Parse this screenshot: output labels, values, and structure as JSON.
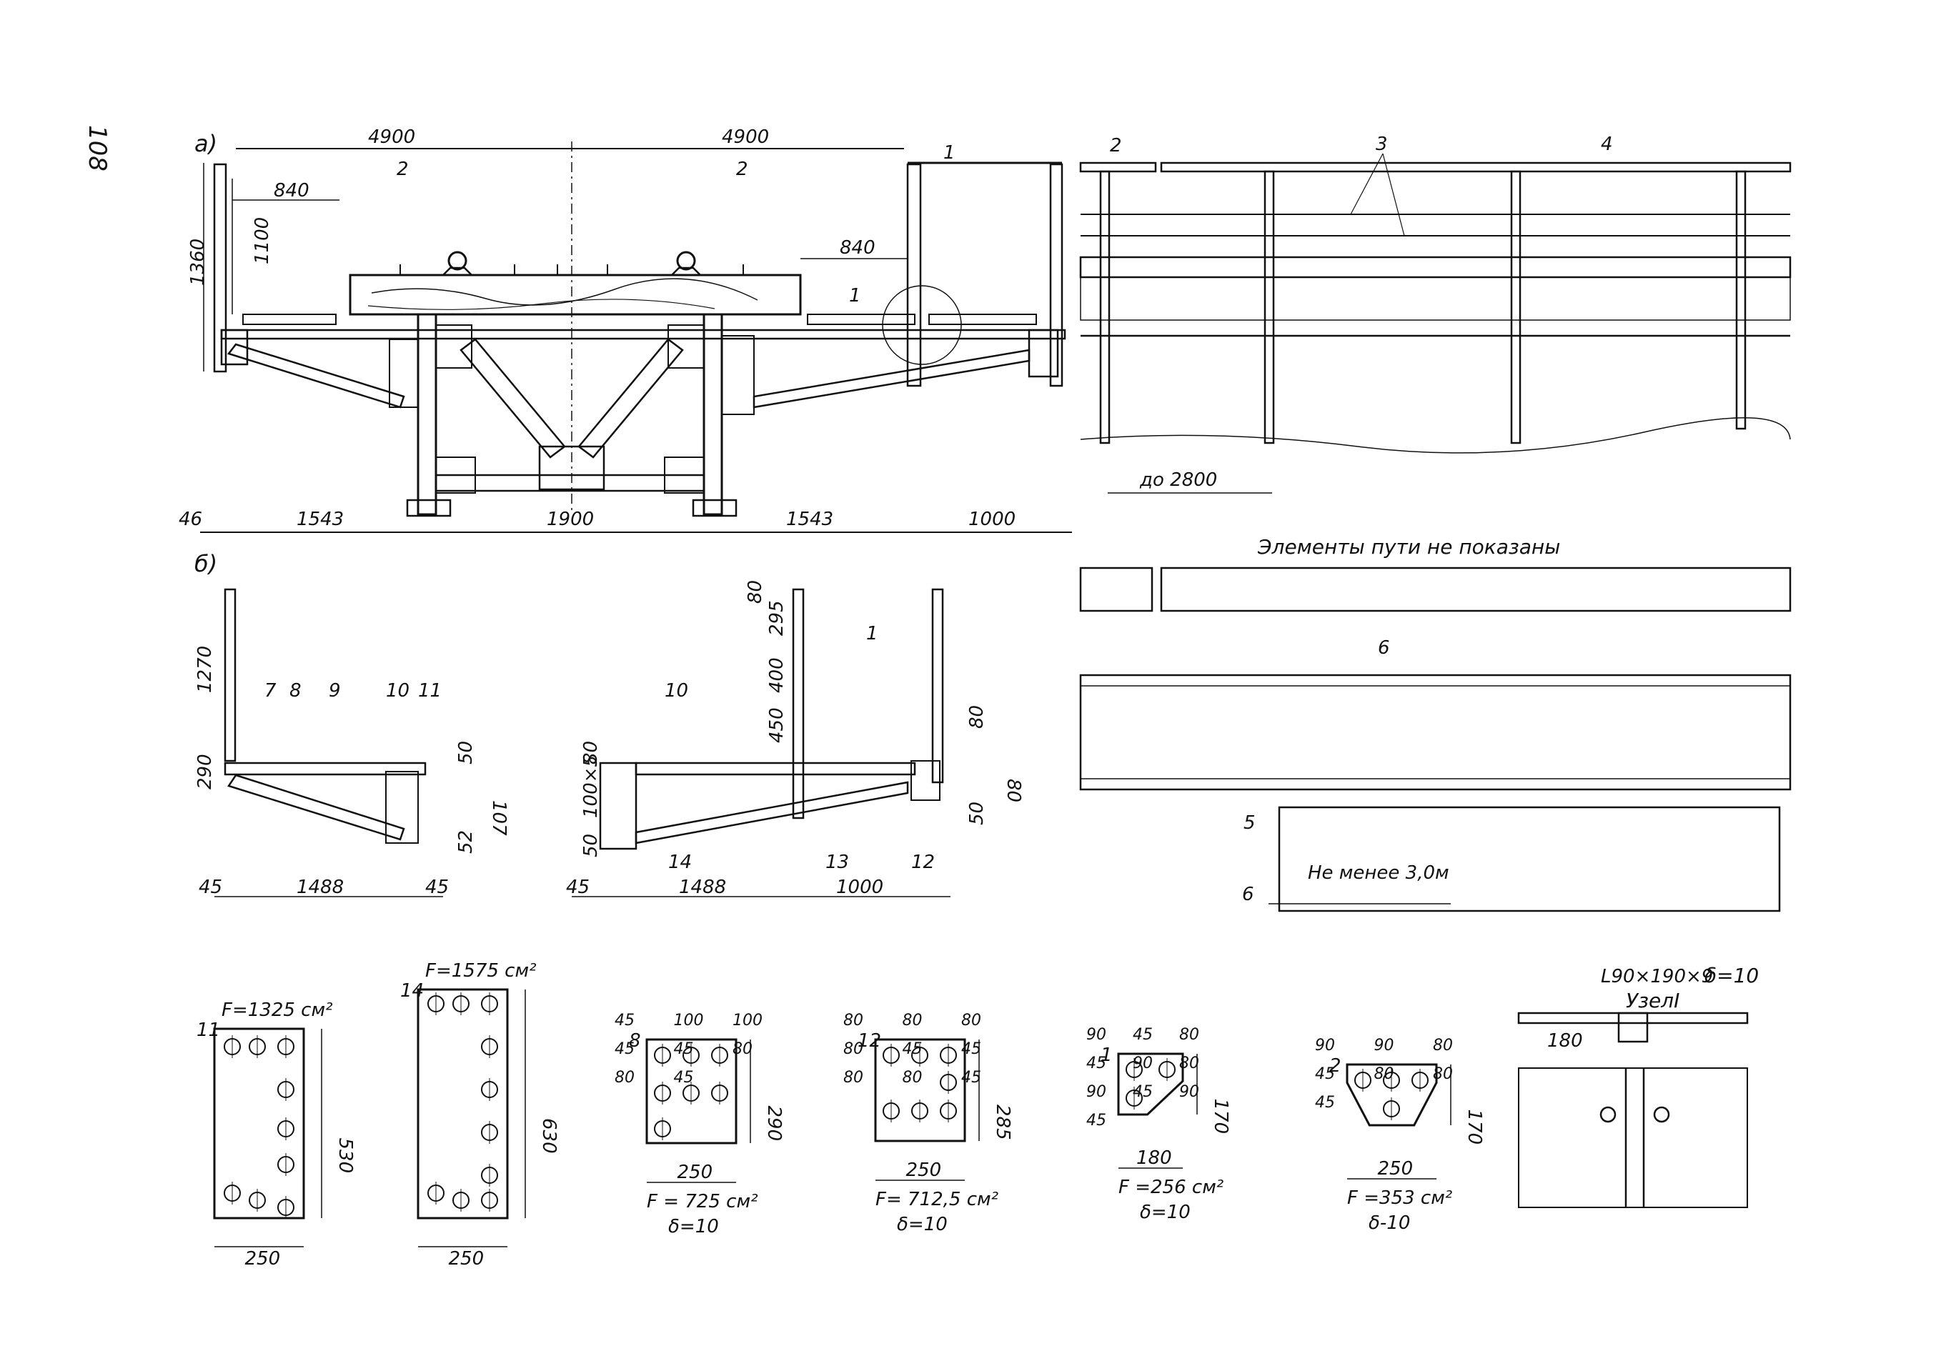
{
  "page_number": "108",
  "labels": {
    "view_a": "а)",
    "view_b": "б)",
    "node_label": "УзелI",
    "track_note": "Элементы пути не показаны",
    "min_dist": "Не менее 3,0м",
    "up_to": "до 2800",
    "angle_spec": "L90×190×9",
    "node_thickness": "δ=10",
    "node_dim": "180"
  },
  "dims_a": {
    "top_left": "4900",
    "top_left_sub": "2",
    "top_right": "4900",
    "top_right_sub": "2",
    "left_840": "840",
    "right_840": "840",
    "h1100": "1100",
    "h1360": "1360",
    "b46": "46",
    "b1543a": "1543",
    "b1900": "1900",
    "b1543b": "1543",
    "b1000": "1000"
  },
  "dims_b": {
    "h1270": "1270",
    "h290": "290",
    "l1488": "1488",
    "l45a": "45",
    "l45b": "45",
    "d50": "50",
    "d107": "107",
    "d52": "52",
    "r80top": "80",
    "r295": "295",
    "r400": "400",
    "r450": "450",
    "r80": "80",
    "r100x5": "100×5",
    "r50": "50",
    "r45": "45",
    "r1488": "1488",
    "r1000": "1000",
    "rr80a": "80",
    "rr80b": "80",
    "rr50": "50"
  },
  "callouts": [
    "1",
    "2",
    "3",
    "4",
    "5",
    "6",
    "7",
    "8",
    "9",
    "10",
    "11",
    "12",
    "13",
    "14"
  ],
  "plates": [
    {
      "id": "11",
      "area": "F=1325 см²",
      "w": "250",
      "h": "530"
    },
    {
      "id": "14",
      "area": "F=1575 см²",
      "w": "250",
      "h": "630"
    },
    {
      "id": "8",
      "area": "F = 725 см²",
      "thick": "δ=10",
      "w": "250",
      "h": "290",
      "d": [
        "45",
        "100",
        "100",
        "45",
        "45",
        "80",
        "80",
        "45"
      ]
    },
    {
      "id": "12",
      "area": "F= 712,5 см²",
      "thick": "δ=10",
      "w": "250",
      "h": "285",
      "d": [
        "80",
        "80",
        "80",
        "80",
        "45",
        "45",
        "80",
        "80",
        "45"
      ]
    },
    {
      "id": "1",
      "area": "F =256 см²",
      "thick": "δ=10",
      "w": "180",
      "h": "170",
      "d": [
        "90",
        "45",
        "80",
        "45",
        "90",
        "80",
        "90",
        "45",
        "90",
        "45"
      ]
    },
    {
      "id": "2",
      "area": "F =353 см²",
      "thick": "δ-10",
      "w": "250",
      "h": "170",
      "d": [
        "90",
        "90",
        "80",
        "45",
        "80",
        "80",
        "45"
      ]
    }
  ]
}
